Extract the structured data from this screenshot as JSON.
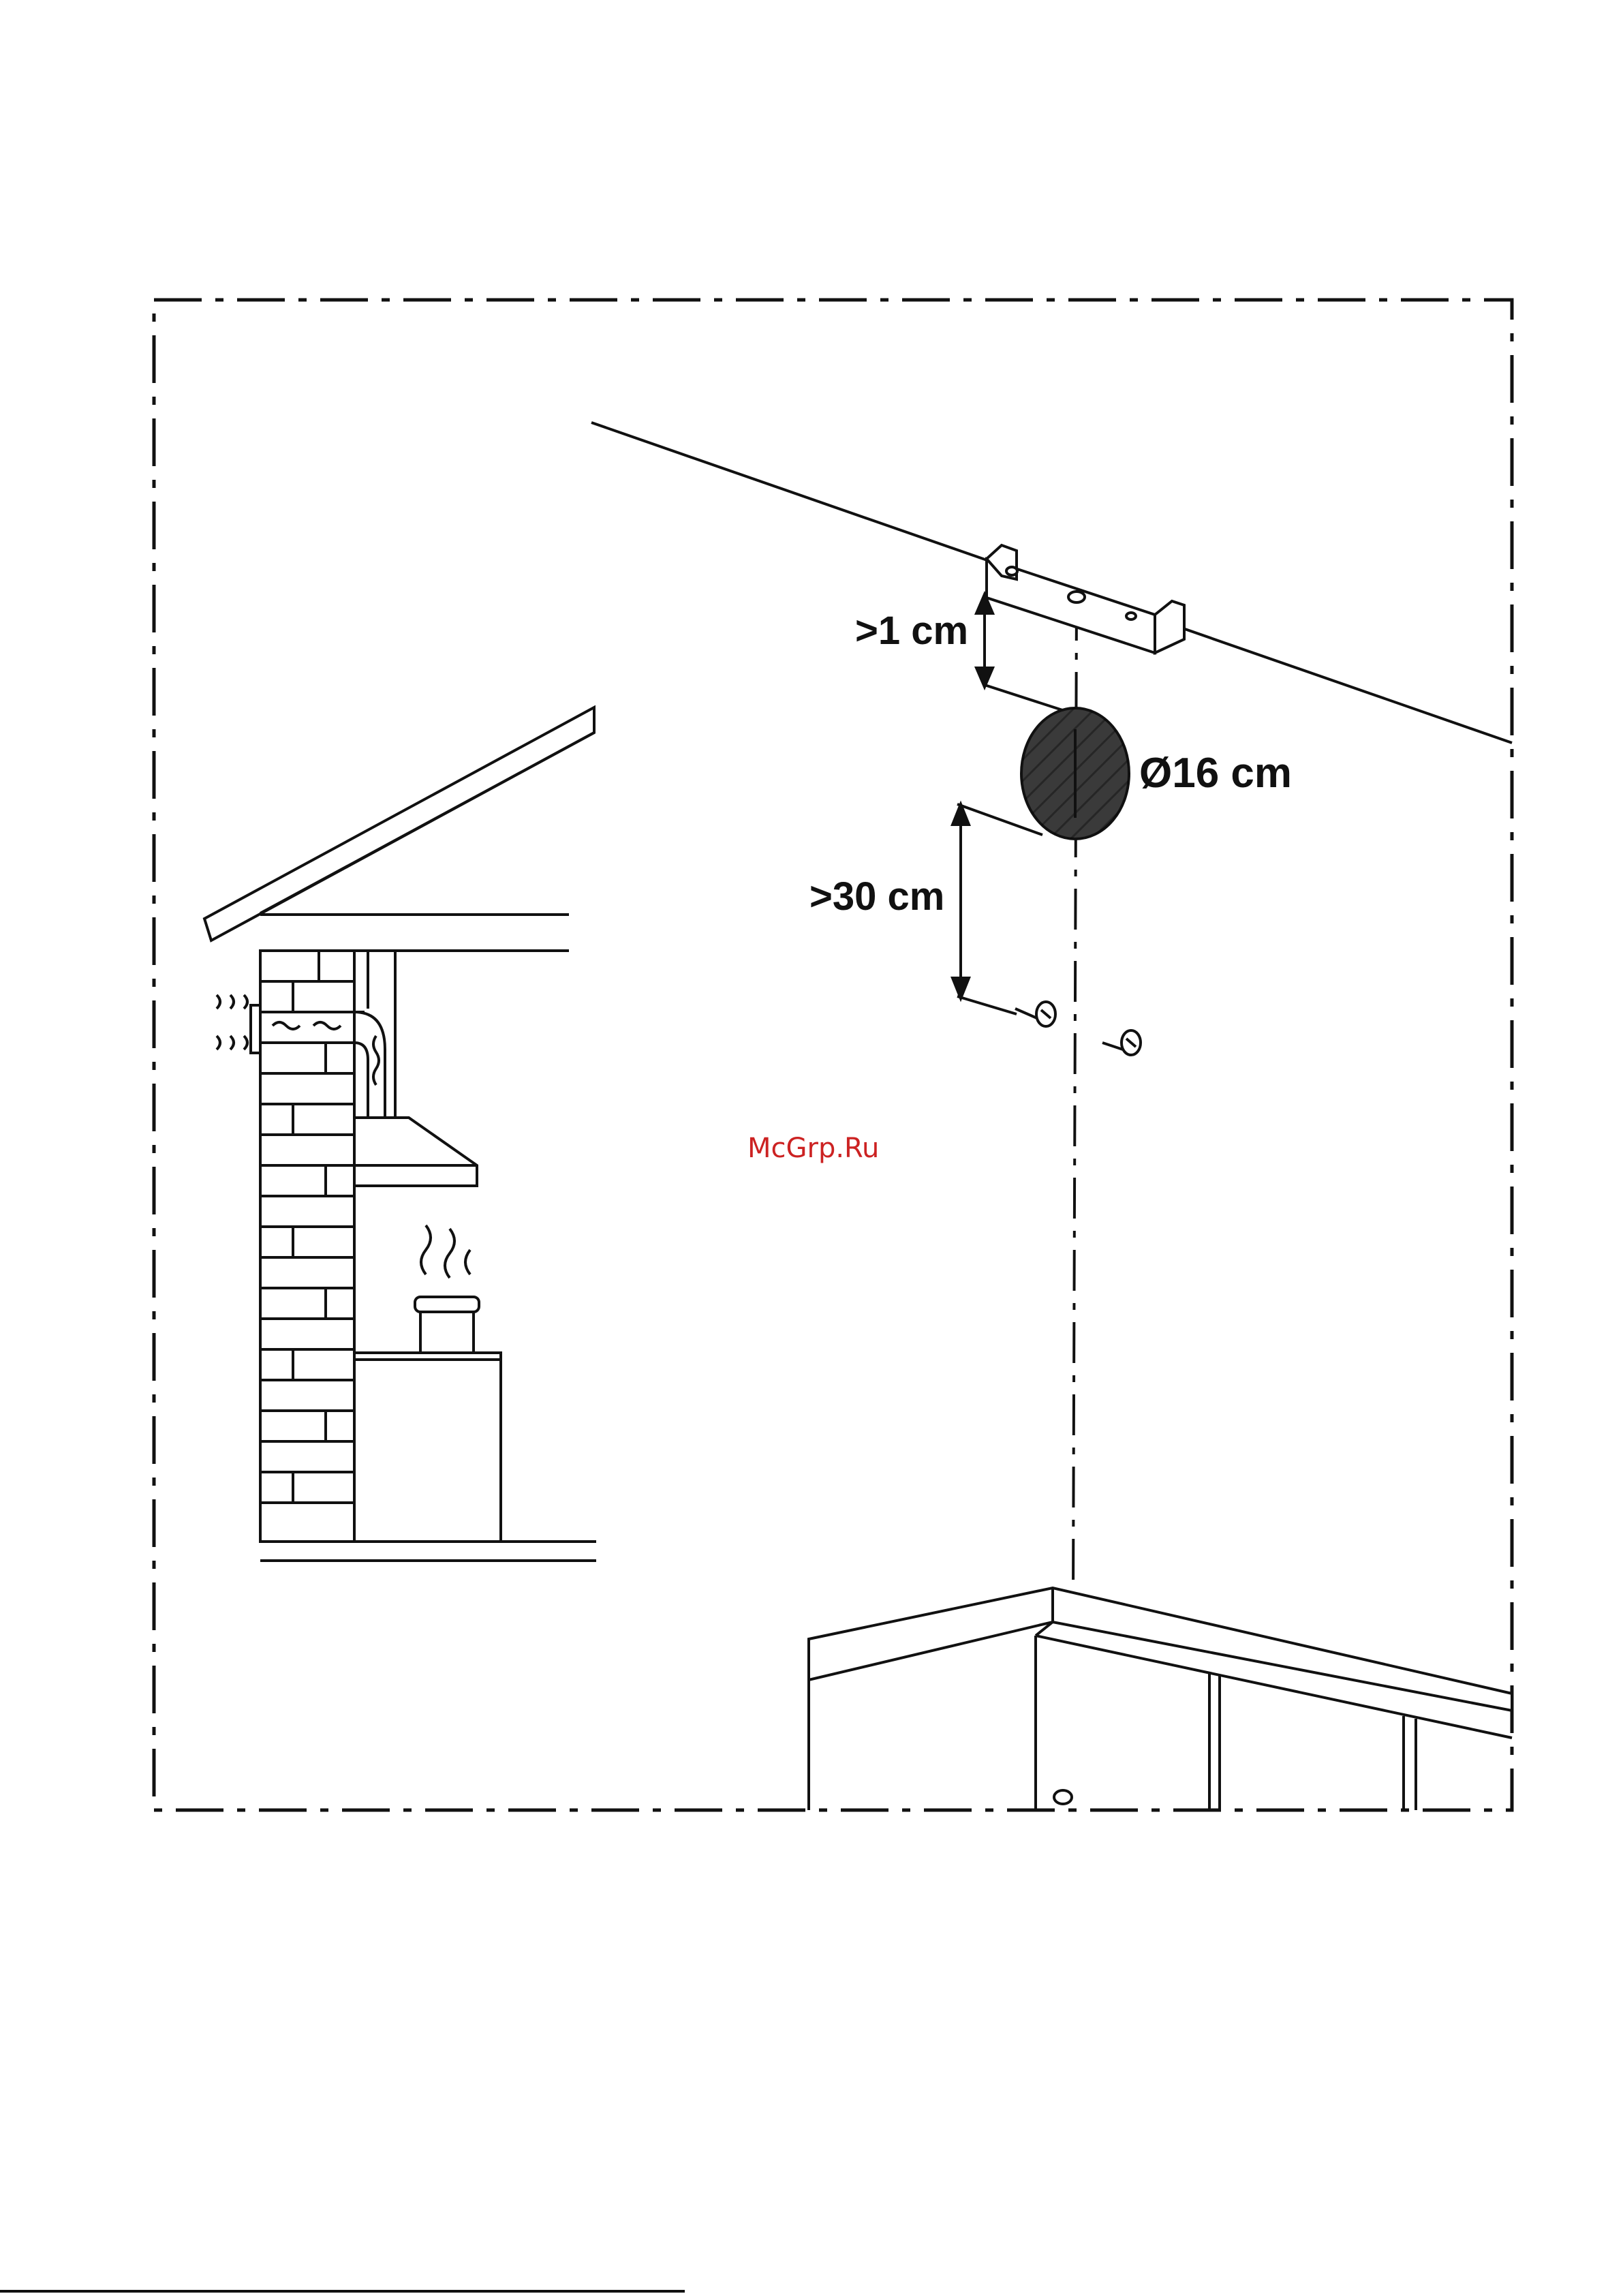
{
  "diagram": {
    "labels": {
      "clearance_top": ">1 cm",
      "duct_diameter": "Ø16 cm",
      "clearance_bottom": ">30 cm"
    },
    "watermark": "McGrp.Ru",
    "colors": {
      "line": "#111111",
      "duct_fill": "#3a3a3a",
      "watermark": "#cc2222"
    }
  }
}
